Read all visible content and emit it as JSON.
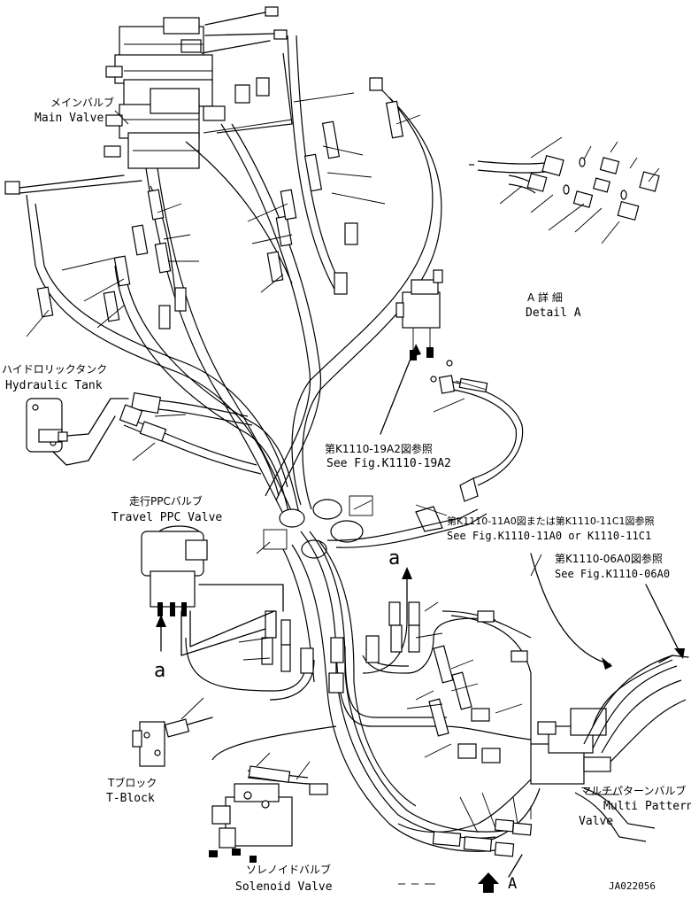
{
  "labels": {
    "main_valve_jp": "メインバルブ",
    "main_valve_en": "Main Valve",
    "hydraulic_tank_jp": "ハイドロリックタンク",
    "hydraulic_tank_en": "Hydraulic Tank",
    "travel_ppc_jp": "走行PPCバルブ",
    "travel_ppc_en": "Travel PPC Valve",
    "t_block_jp": "Tブロック",
    "t_block_en": "T-Block",
    "solenoid_jp": "ソレノイドバルブ",
    "solenoid_en": "Solenoid Valve",
    "multi_pattern_jp": "マルチパターンバルブ",
    "multi_pattern_en_1": "Multi Pattern",
    "multi_pattern_en_2": "Valve",
    "detail_a_jp": "A 詳 細",
    "detail_a_en": "Detail A",
    "ref1_jp": "第K1110-19A2図参照",
    "ref1_en": "See Fig.K1110-19A2",
    "ref2_jp": "第K1110-11A0図または第K1110-11C1図参照",
    "ref2_en": "See Fig.K1110-11A0 or K1110-11C1",
    "ref3_jp": "第K1110-06A0図参照",
    "ref3_en": "See Fig.K1110-06A0",
    "view_a_lower": "a",
    "view_a_lower_2": "a",
    "view_a_upper": "A",
    "drawing_no": "JA022056"
  }
}
